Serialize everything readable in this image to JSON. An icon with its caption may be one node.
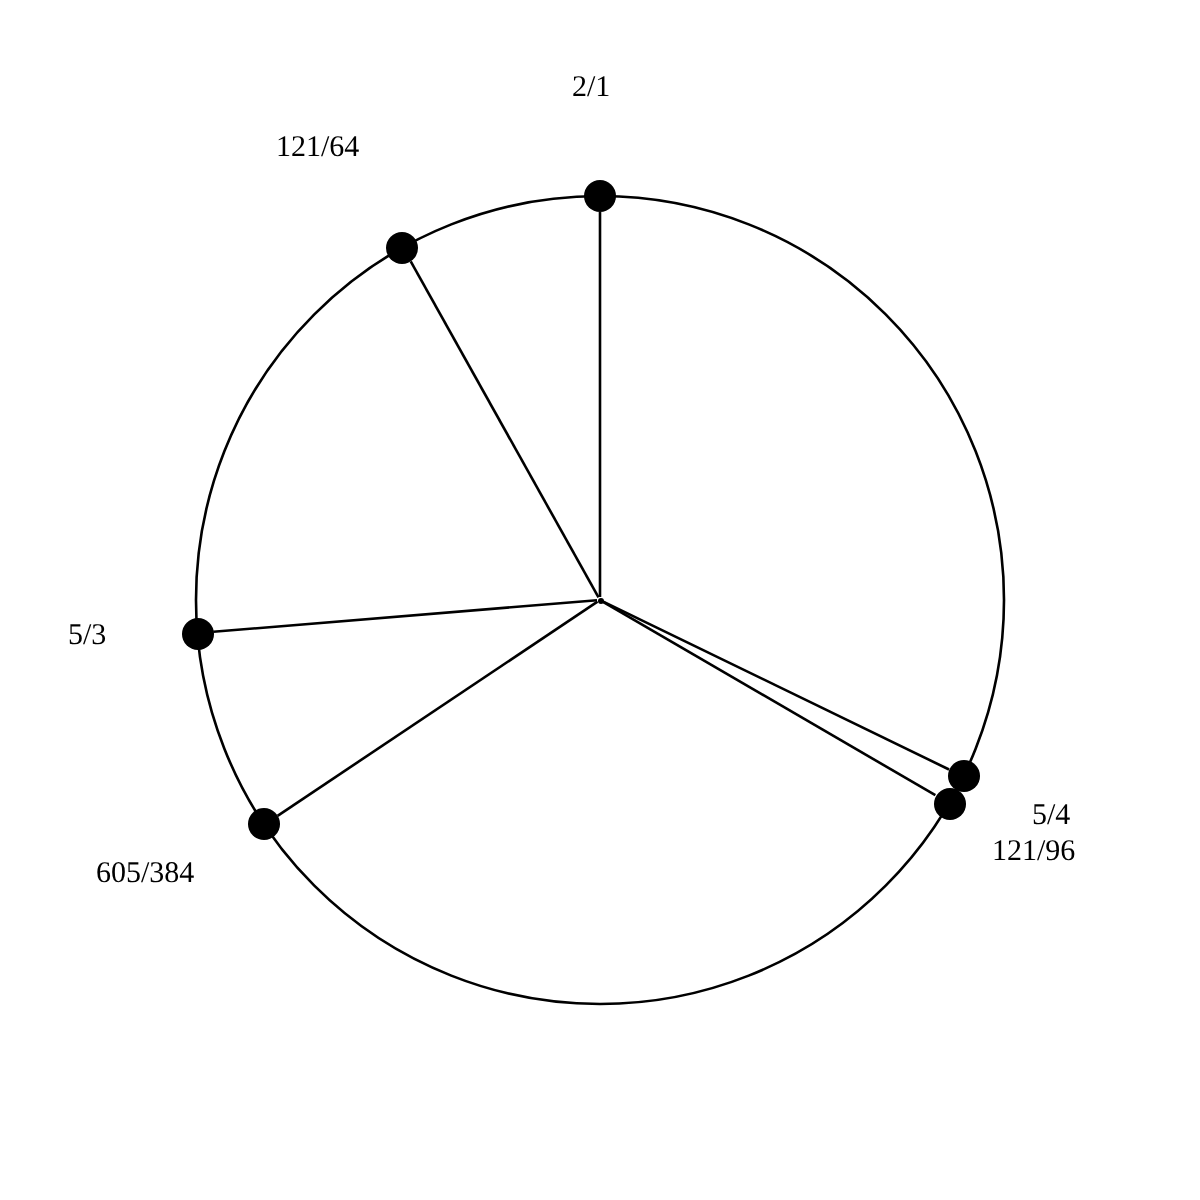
{
  "diagram": {
    "nodes": [
      {
        "text": [],
        "shape": "point"
      },
      {
        "text": [],
        "shape": "circle",
        "beside": [
          "2/1"
        ]
      },
      {
        "text": [],
        "shape": "circle",
        "beside": [
          "121/64"
        ]
      },
      {
        "text": [],
        "shape": "circle",
        "beside": [
          "5/3"
        ]
      },
      {
        "text": [],
        "shape": "circle",
        "beside": [
          "605/384"
        ]
      },
      {
        "text": [],
        "shape": "circle",
        "beside": [
          "5/4"
        ]
      },
      {
        "text": [],
        "shape": "circle",
        "beside": [
          "121/96"
        ]
      }
    ],
    "edges": [
      {
        "from": 0,
        "to": 1,
        "arrow": "none"
      },
      {
        "from": 0,
        "to": 2,
        "arrow": "none"
      },
      {
        "from": 0,
        "to": 3,
        "arrow": "none"
      },
      {
        "from": 0,
        "to": 4,
        "arrow": "none"
      },
      {
        "from": 0,
        "to": 5,
        "arrow": "none"
      },
      {
        "from": 0,
        "to": 6,
        "arrow": "none"
      }
    ]
  }
}
